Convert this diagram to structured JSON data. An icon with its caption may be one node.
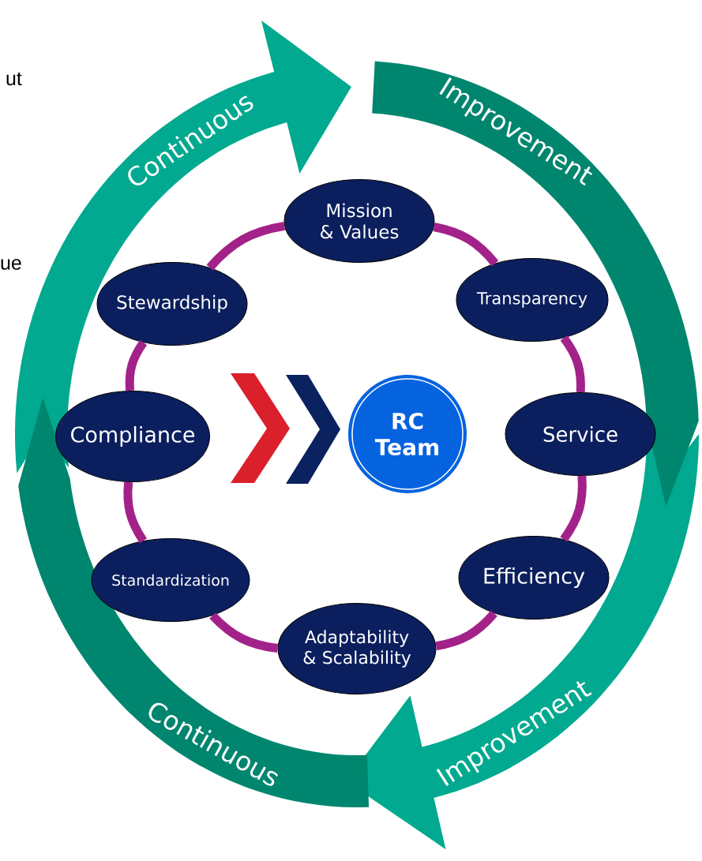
{
  "diagram": {
    "nodes": [
      {
        "text": [
          "Mission & Values"
        ]
      },
      {
        "text": [
          "Transparency"
        ]
      },
      {
        "text": [
          "Service"
        ]
      },
      {
        "text": [
          "Efficiency"
        ]
      },
      {
        "text": [
          "Adaptability & Scalability"
        ]
      },
      {
        "text": [
          "Standardization"
        ]
      },
      {
        "text": [
          "Compliance"
        ]
      },
      {
        "text": [
          "Stewardship"
        ]
      },
      {
        "text": [
          "RC Team"
        ]
      },
      {
        "text": [
          "Continuous"
        ]
      },
      {
        "text": [
          "Improvement"
        ]
      },
      {
        "text": [
          "Improvement"
        ]
      },
      {
        "text": [
          "Continuous"
        ]
      }
    ],
    "edges": [
      {
        "from": 0,
        "to": 1,
        "arrow": "none"
      },
      {
        "from": 1,
        "to": 2,
        "arrow": "none"
      },
      {
        "from": 2,
        "to": 3,
        "arrow": "none"
      },
      {
        "from": 3,
        "to": 4,
        "arrow": "none"
      },
      {
        "from": 4,
        "to": 5,
        "arrow": "none"
      },
      {
        "from": 5,
        "to": 6,
        "arrow": "none"
      },
      {
        "from": 6,
        "to": 7,
        "arrow": "none"
      },
      {
        "from": 7,
        "to": 0,
        "arrow": "none"
      }
    ],
    "labels": [
      "ut",
      "ue"
    ]
  }
}
